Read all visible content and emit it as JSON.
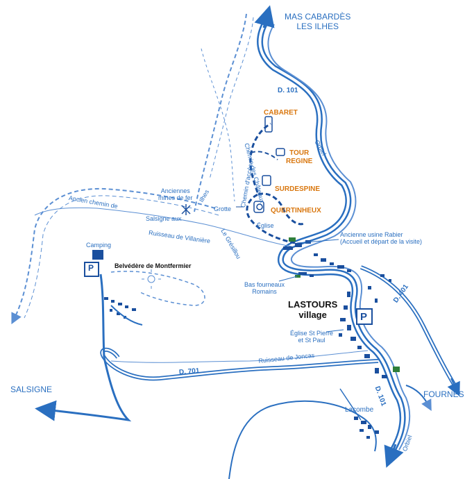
{
  "colors": {
    "road": "#2a6fc0",
    "road_inner": "#ffffff",
    "track": "#5b8fd3",
    "castle_label": "#d9770f",
    "village_label": "#111111",
    "building": "#1a4f9e"
  },
  "destinations": {
    "north_line1": "MAS CABARDÈS",
    "north_line2": "LES ILHES",
    "west": "SALSIGNE",
    "east": "FOURNES"
  },
  "roads": {
    "d101_north": "D. 101",
    "d101_south": "D. 101",
    "d401": "D. 401",
    "d701": "D. 701",
    "orbiel_north": "Orbiel",
    "orbiel_south": "Orbiel"
  },
  "castles": {
    "cabaret": "CABARET",
    "tour_regine_line1": "TOUR",
    "tour_regine_line2": "REGINE",
    "surdespine": "SURDESPINE",
    "quertinheux": "QUERTINHEUX"
  },
  "labels": {
    "chemin_chateaux_1": "Chemin",
    "chemin_chateaux_2": "des Châteaux",
    "chemin_acces_1": "Chemin",
    "chemin_acces_2": "d'accès",
    "anciennes_mines_1": "Anciennes",
    "anciennes_mines_2": "mines de fer",
    "ilhes": "Ilhes",
    "ancien_chemin_1": "Ancien chemin de",
    "ancien_chemin_2": "Salsigne aux",
    "ruisseau_villaniere": "Ruisseau de Villanière",
    "grotte": "Grotte",
    "eglise": "Église",
    "le_gresillou": "Le Grésillou",
    "usine_line1": "Ancienne usine Rabier",
    "usine_line2": "(Accueil et départ de la visite)",
    "camping": "Camping",
    "parking_west": "P",
    "parking_east": "P",
    "belvedere": "Belvédère de Montfermier",
    "bas_fourneaux_1": "Bas fourneaux",
    "bas_fourneaux_2": "Romains",
    "village_1": "LASTOURS",
    "village_2": "village",
    "eglise_st_1": "Église St Pierre",
    "eglise_st_2": "et St Paul",
    "ruisseau_joncas": "Ruisseau de Joncas",
    "lacombe": "Lacombe"
  }
}
